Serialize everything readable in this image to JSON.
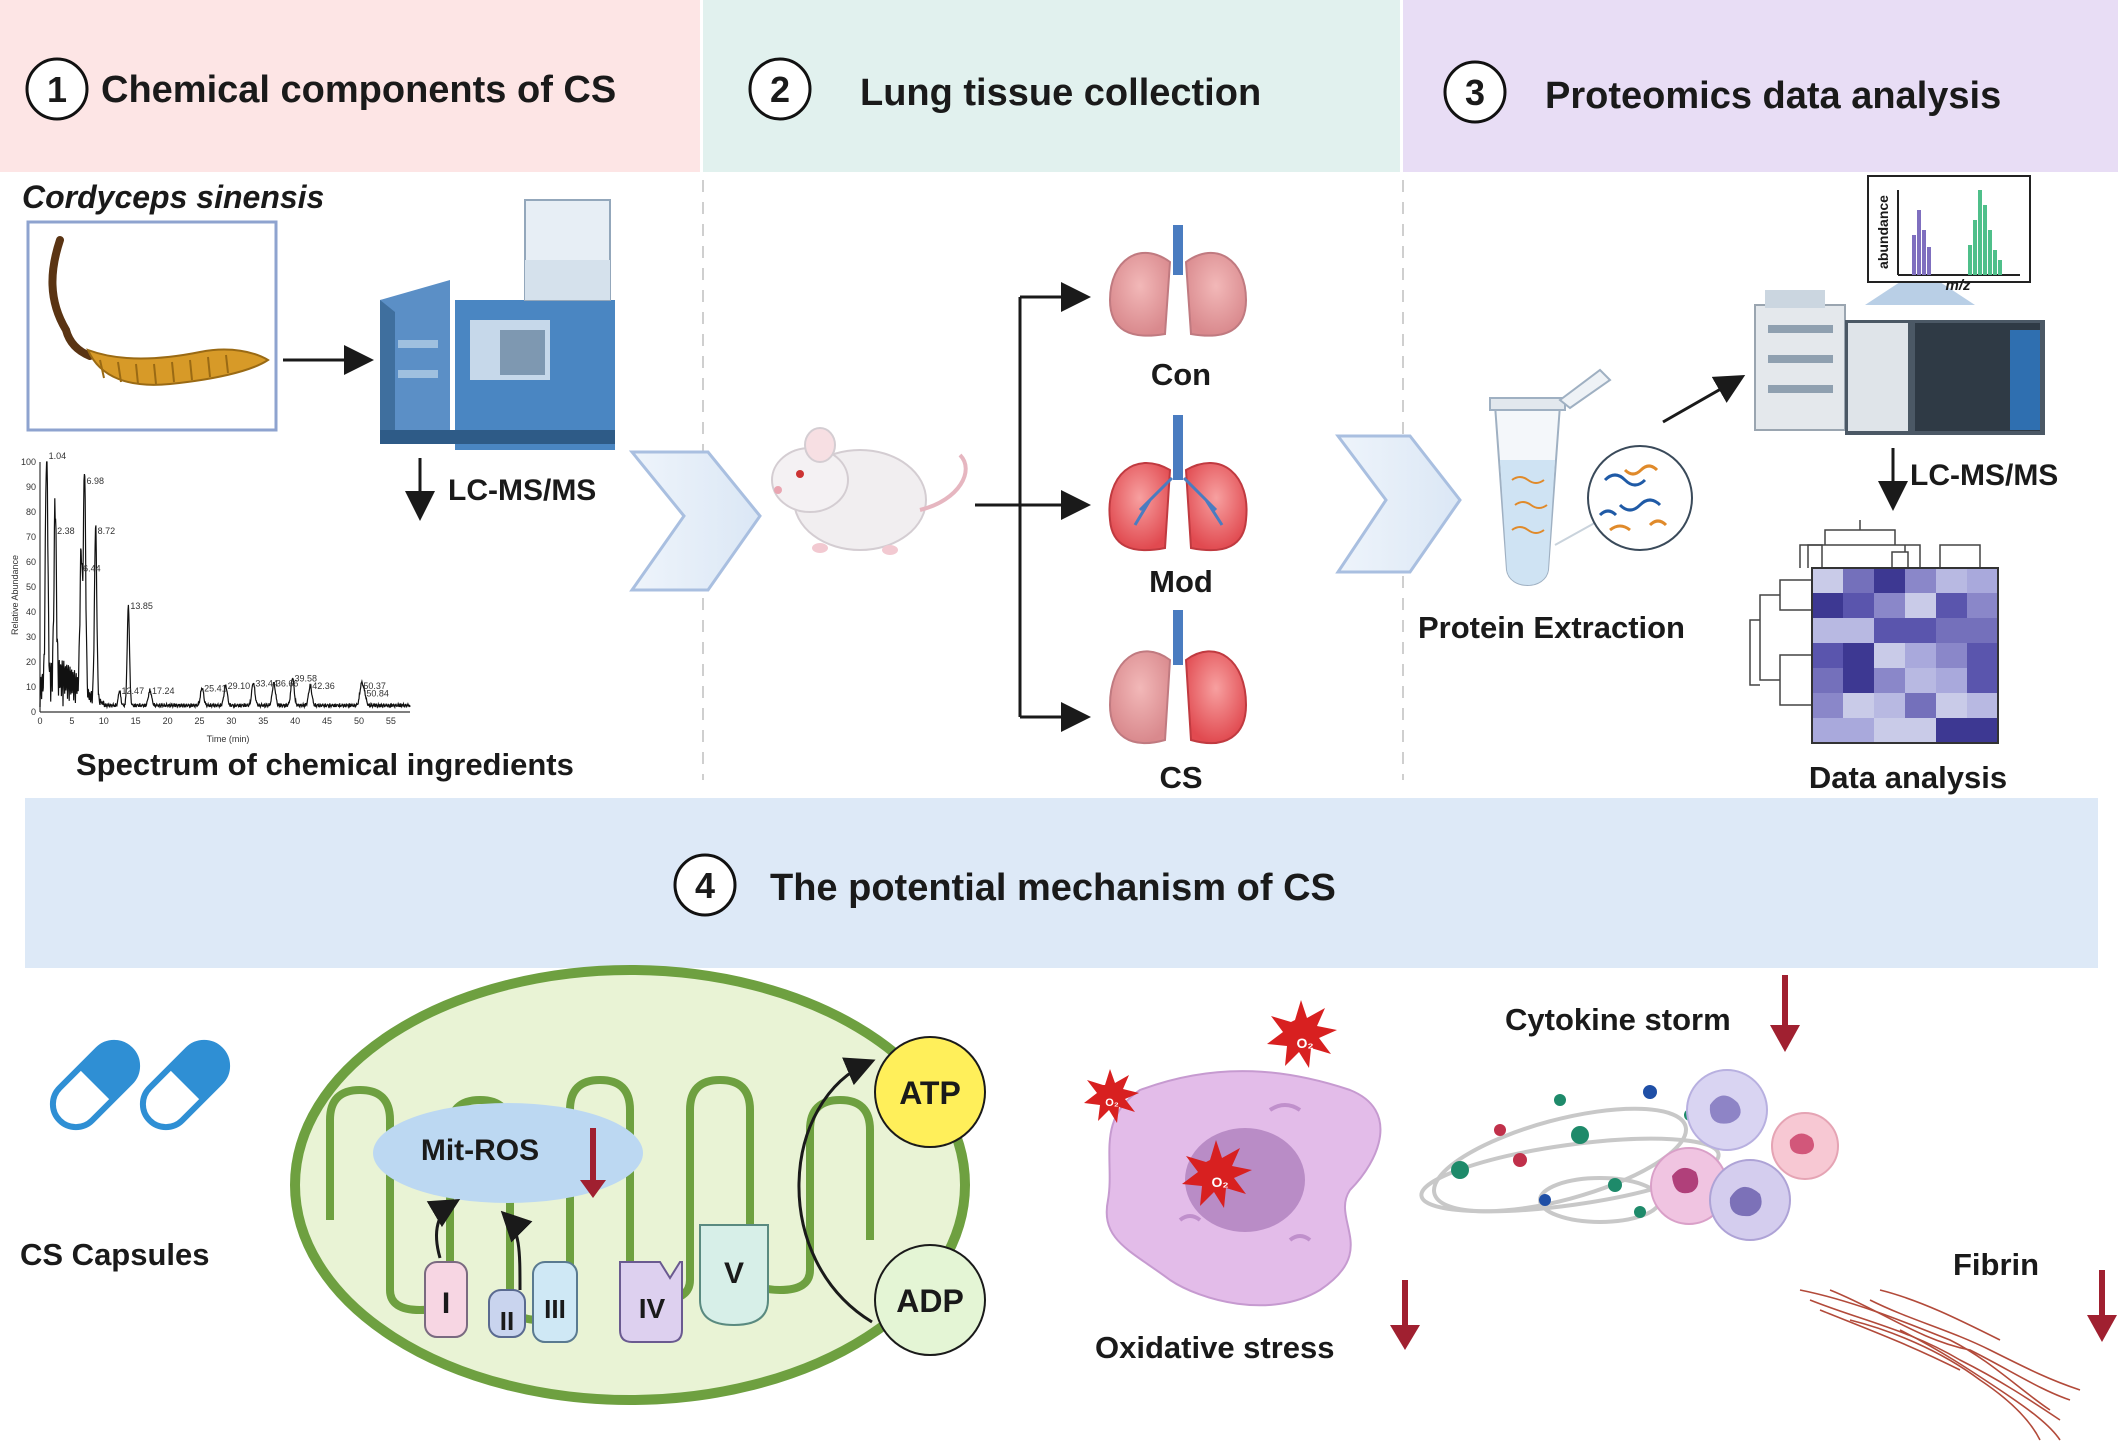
{
  "panels": {
    "p1": {
      "number": "1",
      "title": "Chemical components of CS"
    },
    "p2": {
      "number": "2",
      "title": "Lung tissue collection"
    },
    "p3": {
      "number": "3",
      "title": "Proteomics data analysis"
    },
    "p4": {
      "number": "4",
      "title": "The potential mechanism of CS"
    }
  },
  "section1": {
    "species": "Cordyceps sinensis",
    "method": "LC-MS/MS",
    "caption": "Spectrum of chemical ingredients"
  },
  "section2": {
    "groups": [
      "Con",
      "Mod",
      "CS"
    ]
  },
  "section3": {
    "method": "LC-MS/MS",
    "extraction": "Protein Extraction",
    "analysis": "Data analysis",
    "ms_ylabel": "abundance",
    "ms_xlabel": "m/z"
  },
  "section4": {
    "capsules": "CS Capsules",
    "mit_ros": "Mit-ROS",
    "complexes": [
      "I",
      "II",
      "III",
      "IV",
      "V"
    ],
    "atp": "ATP",
    "adp": "ADP",
    "oxidative": "Oxidative stress",
    "ros_label": "O₂",
    "cytokine": "Cytokine storm",
    "fibrin": "Fibrin"
  },
  "chart_data": {
    "type": "line",
    "title": "",
    "xlabel": "Time (min)",
    "ylabel": "Relative Abundance",
    "xlim": [
      0,
      58
    ],
    "ylim": [
      0,
      100
    ],
    "xticks": [
      0,
      5,
      10,
      15,
      20,
      25,
      30,
      35,
      40,
      45,
      50,
      55
    ],
    "yticks": [
      0,
      10,
      20,
      30,
      40,
      50,
      60,
      70,
      80,
      90,
      100
    ],
    "peak_labels": [
      {
        "x": 1.04,
        "y": 100,
        "label": "1.04"
      },
      {
        "x": 2.38,
        "y": 70,
        "label": "2.38"
      },
      {
        "x": 6.44,
        "y": 55,
        "label": "6.44"
      },
      {
        "x": 6.98,
        "y": 90,
        "label": "6.98"
      },
      {
        "x": 8.72,
        "y": 70,
        "label": "8.72"
      },
      {
        "x": 12.47,
        "y": 6,
        "label": "12.47"
      },
      {
        "x": 13.85,
        "y": 40,
        "label": "13.85"
      },
      {
        "x": 17.24,
        "y": 6,
        "label": "17.24"
      },
      {
        "x": 25.41,
        "y": 7,
        "label": "25.41"
      },
      {
        "x": 29.1,
        "y": 8,
        "label": "29.10"
      },
      {
        "x": 33.44,
        "y": 9,
        "label": "33.44"
      },
      {
        "x": 36.66,
        "y": 9,
        "label": "36.66"
      },
      {
        "x": 39.58,
        "y": 11,
        "label": "39.58"
      },
      {
        "x": 42.36,
        "y": 8,
        "label": "42.36"
      },
      {
        "x": 50.37,
        "y": 8,
        "label": "50.37"
      },
      {
        "x": 50.84,
        "y": 5,
        "label": "50.84"
      }
    ]
  }
}
